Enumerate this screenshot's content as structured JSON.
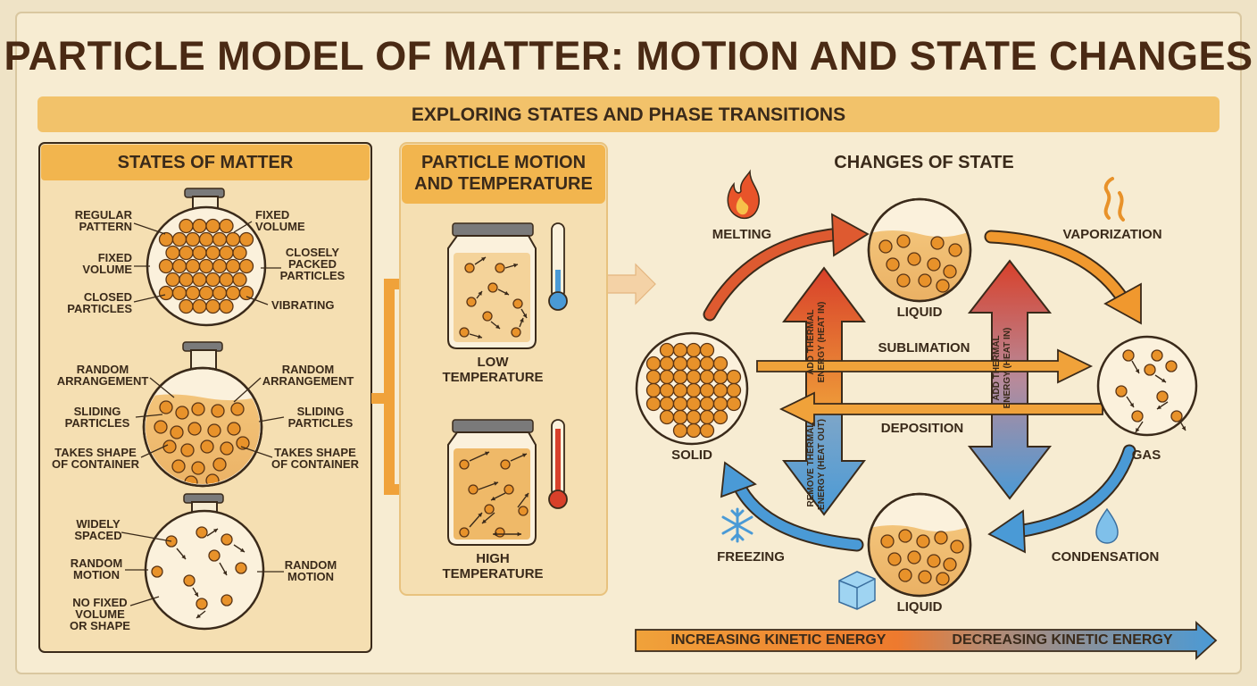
{
  "header": {
    "title": "PARTICLE MODEL OF MATTER: MOTION AND STATE CHANGES",
    "subtitle": "EXPLORING STATES AND PHASE TRANSITIONS"
  },
  "states_panel": {
    "title": "STATES OF MATTER",
    "solid_labels": {
      "regular_pattern": "REGULAR PATTERN",
      "fixed_volume_r": "FIXED VOLUME",
      "fixed_volume_l": "FIXED VOLUME",
      "closely_packed": "CLOSELY PACKED PARTICLES",
      "closed_particles": "CLOSED PARTICLES",
      "vibrating": "VIBRATING"
    },
    "liquid_labels": {
      "random_arr_l": "RANDOM ARRANGEMENT",
      "random_arr_r": "RANDOM ARRANGEMENT",
      "sliding_l": "SLIDING PARTICLES",
      "sliding_r": "SLIDING PARTICLES",
      "shape_l": "TAKES SHAPE OF CONTAINER",
      "shape_r": "TAKES SHAPE OF CONTAINER"
    },
    "gas_labels": {
      "widely_spaced": "WIDELY SPACED",
      "random_motion_l": "RANDOM MOTION",
      "random_motion_r": "RANDOM MOTION",
      "no_fixed": "NO FIXED VOLUME OR SHAPE"
    }
  },
  "motion_panel": {
    "title": "PARTICLE MOTION AND TEMPERATURE",
    "low": "LOW TEMPERATURE",
    "high": "HIGH TEMPERATURE"
  },
  "changes": {
    "title": "CHANGES OF STATE",
    "melting": "MELTING",
    "vaporization": "VAPORIZATION",
    "liquid_top": "LIQUID",
    "liquid_bottom": "LIQUID",
    "solid": "SOLID",
    "gas": "GAS",
    "sublimation": "SUBLIMATION",
    "deposition": "DEPOSITION",
    "freezing": "FREEZING",
    "condensation": "CONDENSATION",
    "add_heat": "ADD THERMAL ENERGY (HEAT IN)",
    "remove_heat": "REMOVE THERMAL ENERGY (HEAT OUT)"
  },
  "energy_bar": {
    "increasing": "INCREASING KINETIC ENERGY",
    "decreasing": "DECREASING KINETIC ENERGY"
  },
  "colors": {
    "background": "#efe3c6",
    "panel": "#f6e8c9",
    "accent_orange": "#f0b04a",
    "particle": "#e8922a",
    "hot_red": "#d8402a",
    "cold_blue": "#4a9ad6",
    "text_dark": "#3a2a1a"
  }
}
